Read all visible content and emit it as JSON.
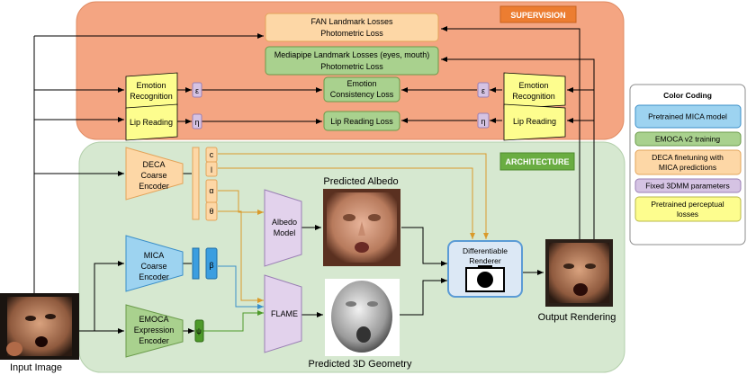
{
  "regions": {
    "supervision": "SUPERVISION",
    "architecture": "ARCHITECTURE"
  },
  "losses": {
    "fan_line1": "FAN Landmark Losses",
    "fan_line2": "Photometric Loss",
    "mediapipe_line1": "Mediapipe Landmark Losses (eyes, mouth)",
    "mediapipe_line2": "Photometric Loss",
    "emotion_line1": "Emotion",
    "emotion_line2": "Consistency Loss",
    "lip_reading": "Lip Reading Loss"
  },
  "perceptual": {
    "emotion_recognition_line1": "Emotion",
    "emotion_recognition_line2": "Recognition",
    "lip_reading": "Lip Reading"
  },
  "params": {
    "emotion_feature": "ε",
    "lip_feature": "η",
    "c": "c",
    "l": "l",
    "alpha": "α",
    "theta": "θ",
    "beta": "β",
    "psi": "ψ"
  },
  "encoders": {
    "deca": [
      "DECA",
      "Coarse",
      "Encoder"
    ],
    "mica": [
      "MICA",
      "Coarse",
      "Encoder"
    ],
    "emoca": [
      "EMOCA",
      "Expression",
      "Encoder"
    ]
  },
  "models": {
    "albedo": [
      "Albedo",
      "Model"
    ],
    "flame": "FLAME",
    "renderer": [
      "Differentiable",
      "Renderer"
    ]
  },
  "captions": {
    "input": "Input Image",
    "predicted_albedo": "Predicted Albedo",
    "predicted_geometry": "Predicted 3D Geometry",
    "output": "Output Rendering"
  },
  "legend": {
    "title": "Color Coding",
    "items": [
      {
        "label": [
          "Pretrained MICA model"
        ],
        "color": "#9dd3f0",
        "border": "#3b8fc8"
      },
      {
        "label": [
          "EMOCA v2 training"
        ],
        "color": "#a9d18e",
        "border": "#6a9a4a"
      },
      {
        "label": [
          "DECA finetuning with",
          "MICA predictions"
        ],
        "color": "#fdd7a6",
        "border": "#e3a45a"
      },
      {
        "label": [
          "Fixed 3DMM parameters"
        ],
        "color": "#d5c3e3",
        "border": "#9a7fb4"
      },
      {
        "label": [
          "Pretrained perceptual",
          "losses"
        ],
        "color": "#fdfd8e",
        "border": "#b8b84a"
      }
    ]
  },
  "colors": {
    "supervision_bg": "#f4a582",
    "architecture_bg": "#d6e8d0",
    "supervision_tag": "#ec7d31",
    "architecture_tag": "#6aad42",
    "mica": "#9dd3f0",
    "emoca": "#a9d18e",
    "deca": "#fdd7a6",
    "fixed": "#d5c3e3",
    "perceptual": "#fdfd8e"
  },
  "icons": {
    "renderer": "camera-icon"
  }
}
